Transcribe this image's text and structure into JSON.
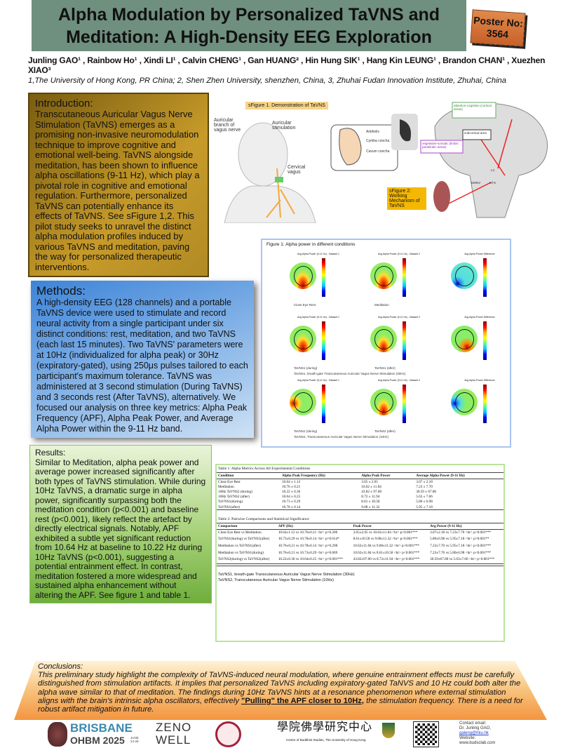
{
  "header": {
    "title_line1": "Alpha Modulation by Personalized TaVNS and",
    "title_line2": "Meditation: A High-Density EEG Exploration",
    "poster_label": "Poster No:",
    "poster_number": "3564",
    "authors": "Junling GAO¹ , Rainbow Ho¹ , Xindi LI¹ , Calvin CHENG¹ , Gan HUANG² , Hin Hung SIK¹ , Hang Kin LEUNG¹ , Brandon CHAN¹ , Xuezhen XIAO³",
    "affiliations": "1,The University of Hong Kong, PR China; 2, Shen Zhen University, shenzhen, China, 3, Zhuhai Fudan Innovation Institute, Zhuhai, China"
  },
  "intro": {
    "heading": "Introduction:",
    "body": "Transcutaneous Auricular Vagus Nerve Stimulation (TaVNS) emerges as a promising non-invasive neuromodulation technique to improve cognitive and emotional well-being. TaVNS alongside meditation, has been shown to influence alpha oscillations (9-11 Hz), which play a pivotal role in cognitive and emotional regulation. Furthermore, personalized TaVNS can potentially enhance its effects of TaVNS. See sFigure 1,2. This pilot study seeks to unravel the distinct alpha modulation profiles induced by various TaVNS and meditation, paving the way for personalized therapeutic interventions."
  },
  "methods": {
    "heading": "Methods:",
    "body": "A high-density EEG (128 channels) and a portable TaVNS device were used to stimulate and record neural activity from a single participant under six distinct conditions: rest, meditation, and two TaVNS (each last 15 minutes). Two TaVNS' parameters were at 10Hz (individualized for alpha peak) or 30Hz (expiratory-gated), using 250μs pulses tailored to each participant's maximum tolerance. TaVNS was administered at 3 second stimulation (During TaVNS) and 3 seconds rest (After TaVNS), alternatively. We focused our analysis on three key metrics: Alpha Peak Frequency (APF), Alpha Peak Power, and Average Alpha Power within the 9-11 Hz band."
  },
  "results": {
    "heading": "Results:",
    "body": "Similar to Meditation, alpha peak power and average power increased significantly after both types of TaVNS stimulation. While during 10Hz TaVNS, a dramatic surge in alpha power, significantly surpassing both the meditation condition (p<0.001) and baseline rest (p<0.001), likely reflect the artefact by directly electrical signals. Notably, APF exhibited a subtle yet significant reduction from 10.64 Hz at baseline to 10.22 Hz during 10Hz TaVNS (p<0.001), suggesting a potential entrainment effect. In contrast, meditation fostered a more widespread and sustained alpha enhancement without altering the APF. See figure 1 and table 1."
  },
  "sfigures": {
    "sfig1": "sFigure 1. Demonstration of TaVNS",
    "sfig2": "sFigure 2: Working Mechanism of TaVNS",
    "labels": [
      "Auricular branch of vagus nerve",
      "Auricular stimulation",
      "Cervical vagus",
      "Antihelix",
      "Cymba concha",
      "Cavum concha",
      "attention-cognition (cortical areas)",
      "subcortical area",
      "vegetative-somatic (limbic paralimbic areas)",
      "NTS",
      "LC",
      "DMNV"
    ]
  },
  "figure1": {
    "title": "Figure 1: Alpha power in different conditions",
    "map_titles": [
      "Avg Alpha Power (9-11 Hz) - Dataset 1",
      "Avg Alpha Power (9-11 Hz) - Dataset 2",
      "Avg Alpha Power Difference"
    ],
    "rows": [
      {
        "left": "Close Eye Rest",
        "mid": "Meditation",
        "note": ""
      },
      {
        "left": "TaVNS1 (during)",
        "mid": "TaVNS1 (after)",
        "note": "TaVNS1, breath-gate Transcutaneous Auricular Vagus Nerve Stimulation (30Hz)"
      },
      {
        "left": "TaVNS2 (during)",
        "mid": "TaVNS2 (after)",
        "note": "TaVNS2, Transcutaneous Auricular Vagus Nerve Stimulation (10Hz)"
      }
    ]
  },
  "table1": {
    "caption": "Table 1: Alpha Metrics Across All Experimental Conditions",
    "headers": [
      "Condition",
      "Alpha Peak Frequency (Hz)",
      "Alpha Peak Power",
      "Average Alpha Power (9-11 Hz)"
    ],
    "rows": [
      [
        "Close Eye Rest",
        "10.64 ± 1.12",
        "3.65 ± 2.65",
        "3.07 ± 2.18"
      ],
      [
        "Meditation",
        "10.76 ± 0.21",
        "10.62 ± 11.84",
        "7.23 ± 7.70"
      ],
      [
        "10Hz TaVNS2 (during)",
        "10.22 ± 0.36",
        "43.82 ± 97.00",
        "30.59 ± 67.80"
      ],
      [
        "10Hz TaVNS2 (after)",
        "10.64 ± 0.25",
        "8.72 ± 11.94",
        "5.63 ± 7.06"
      ],
      [
        "TaVNS1(during)",
        "10.73 ± 0.29",
        "8.61 ± 10.58",
        "5.80 ± 6.98"
      ],
      [
        "TaVNS1(after)",
        "10.78 ± 0.14",
        "9.08 ± 11.32",
        "5.95 ± 7.18"
      ]
    ]
  },
  "table2": {
    "caption": "Table 2: Pairwise Comparisons and Statistical Significance",
    "headers": [
      "Comparison",
      "APF (Hz)",
      "Peak Power",
      "Avg Power (9-11 Hz)"
    ],
    "rows": [
      [
        "Close Eye Rest vs Meditation",
        "10.64±1.12 vs 10.76±0.21 <br> p=0.200",
        "3.65±2.65 vs 10.62±11.84 <br> p<0.001***",
        "3.07±2.18 vs 7.23±7.70 <br> p<0.001***"
      ],
      [
        "TaVNS1(during) vs TaVNS1(after)",
        "10.73±0.29 vs 10.78±0.14 <br> p=0.014*",
        "8.61±10.58 vs 9.08±11.32 <br> p<0.001***",
        "5.80±6.98 vs 5.95±7.18 <br> p=0.001**"
      ],
      [
        "Meditation vs TaVNS1(after)",
        "10.76±0.21 vs 10.78±0.14 <br> p=0.298",
        "10.62±11.84 vs 9.08±11.32 <br> p<0.001***",
        "7.23±7.70 vs 5.95±7.18 <br> p<0.001***"
      ],
      [
        "Meditation vs TaVNS1(during)",
        "10.76±0.21 vs 10.73±0.29 <br> p=0.069",
        "10.62±11.84 vs 8.61±10.58 <br> p<0.001***",
        "7.23±7.70 vs 5.80±6.98 <br> p<0.001***"
      ],
      [
        "TaVNS2(during) vs TaVNS2(after)",
        "10.22±0.36 vs 10.64±0.25 <br> p<0.001***",
        "43.82±97.00 vs 8.72±11.94 <br> p<0.001***",
        "30.59±67.80 vs 5.63±7.06 <br> p<0.001***"
      ]
    ],
    "footnotes": [
      "TaVNS1, breath-gate Transcutaneous Auricular Vagus Nerve Stimulation (30Hz)",
      "TaVNS2, Transcutaneous Auricular Vagus Nerve Stimulation (10Hz)"
    ]
  },
  "conclusions": {
    "heading": "Conclusions:",
    "body_start": "This preliminary study highlight the complexity of TaVNS-induced neural modulation, where genuine entrainment effects must be carefully distinguished from stimulation artifacts. It implies that personalized TaVNS including expiratory-gated TaNVS and 10 Hz could both alter the alpha wave similar to that of meditation. The findings during 10Hz TaVNS hints at a resonance phenomenon where external stimulation aligns with the brain's intrinsic alpha oscillators, effectively ",
    "emphasis": "\"Pulling\" the APF closer to 10Hz,",
    "body_end": " the stimulation frequency. There is a need for robust artifact mitigation in future."
  },
  "footer": {
    "ohbm_city": "BRISBANE",
    "ohbm_name": "OHBM 2025",
    "ohbm_dates": "JUNE 24-28",
    "zenowell_1": "ZENO",
    "zenowell_2": "WELL",
    "szu_seal": "SHENZHEN UNIVERSITY 1983",
    "cbs_chinese": "學院佛學研究中心",
    "cbs_name": "Centre of Buddhist Studies, The University of Hong Kong",
    "contact_label": "Contact email:",
    "contact_name": "Dr. Junling GAO,",
    "contact_email": "galeng@hku.hk",
    "website_label": "Website:",
    "website": "www.budsclab.com"
  }
}
